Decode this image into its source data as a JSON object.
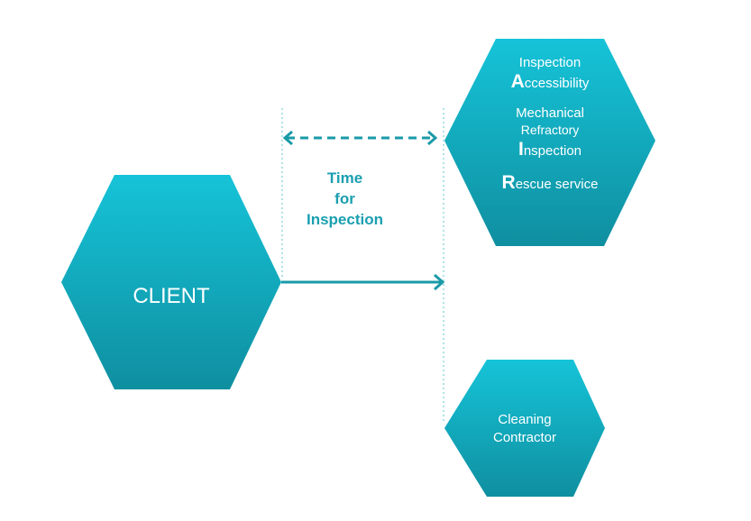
{
  "colors": {
    "hex_top": "#16c3d8",
    "hex_bottom": "#0f8fa0",
    "arrow": "#1a9aa8",
    "guide": "#5cc7d2",
    "label": "#1a9fb0",
    "text_on_hex": "#ffffff"
  },
  "client": {
    "label": "CLIENT"
  },
  "services": {
    "inspection": {
      "letter": "A",
      "label_1": "Inspection",
      "rest": "ccessibility"
    },
    "mechanical": {
      "line_1": "Mechanical",
      "line_2": "Refractory",
      "letter": "I",
      "rest": "nspection"
    },
    "rescue": {
      "letter": "R",
      "rest": "escue service"
    }
  },
  "contractor": {
    "line_1": "Cleaning",
    "line_2": "Contractor"
  },
  "time_label": {
    "line_1": "Time",
    "line_2": "for",
    "line_3": "Inspection"
  }
}
